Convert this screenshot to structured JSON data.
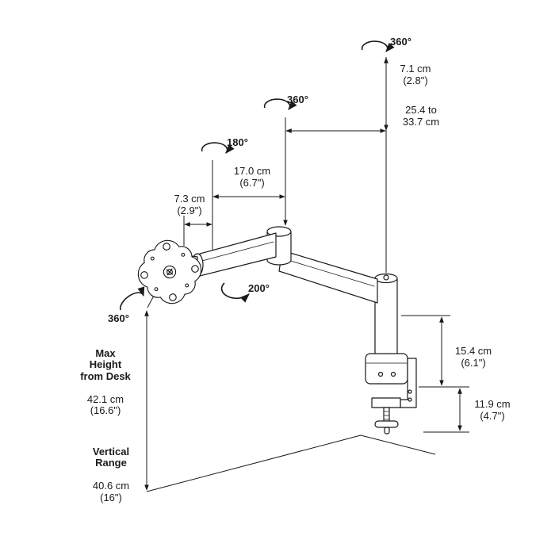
{
  "labels": {
    "rot_top": "360°",
    "rot_mid": "360°",
    "rot_180": "180°",
    "rot_200": "200°",
    "rot_vesa": "360°",
    "dim_pole_top": "7.1 cm\n(2.8\")",
    "dim_reach": "25.4 to\n33.7 cm",
    "dim_arm": "17.0 cm\n(6.7\")",
    "dim_vesa_offset": "7.3 cm\n(2.9\")",
    "dim_pole_height": "15.4 cm\n(6.1\")",
    "dim_below_desk": "11.9 cm\n(4.7\")",
    "max_height_title": "Max\nHeight\nfrom Desk",
    "max_height_value": "42.1 cm\n(16.6\")",
    "vertical_range_title": "Vertical\nRange",
    "vertical_range_value": "40.6 cm\n(16\")"
  },
  "colors": {
    "line": "#1a1a1a",
    "background": "#ffffff"
  }
}
